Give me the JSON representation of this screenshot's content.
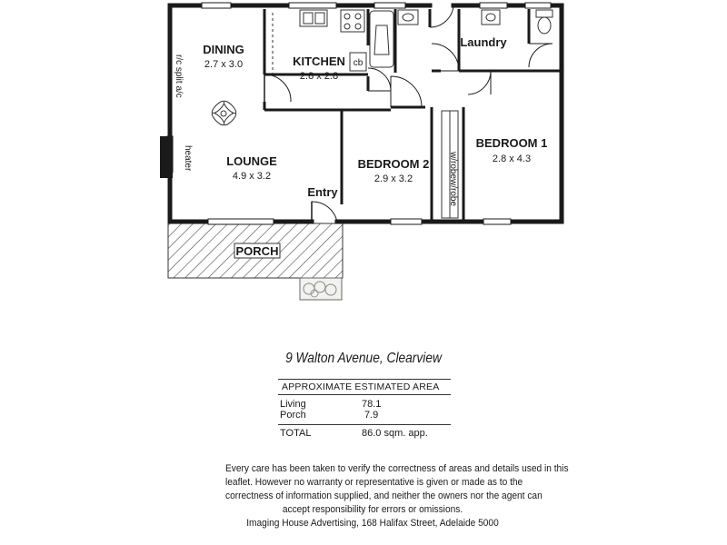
{
  "rooms": {
    "dining": {
      "name": "DINING",
      "size": "2.7 x 3.0"
    },
    "kitchen": {
      "name": "KITCHEN",
      "size": "2.8 x 2.8"
    },
    "laundry": {
      "name": "Laundry"
    },
    "lounge": {
      "name": "LOUNGE",
      "size": "4.9 x 3.2"
    },
    "bedroom2": {
      "name": "BEDROOM 2",
      "size": "2.9 x 3.2"
    },
    "bedroom1": {
      "name": "BEDROOM 1",
      "size": "2.8 x 4.3"
    },
    "entry": {
      "name": "Entry"
    },
    "porch": {
      "name": "PORCH"
    }
  },
  "fixtures": {
    "split_ac": "r/c split a/c",
    "heater": "heater",
    "cupboard": "cb",
    "wardrobe_a": "w/robe",
    "wardrobe_b": "w/robe"
  },
  "address": "9 Walton Avenue, Clearview",
  "area": {
    "heading": "APPROXIMATE ESTIMATED AREA",
    "rows": [
      {
        "label": "Living",
        "value": "78.1"
      },
      {
        "label": "Porch",
        "value": "7.9"
      }
    ],
    "total_label": "TOTAL",
    "total_value": "86.0 sqm. app."
  },
  "disclaimer": [
    "Every care has been taken to verify the correctness of areas and details used in this",
    "leaflet.  However no warranty or representative is given or made as to the",
    "correctness of information supplied, and neither the owners nor the agent can",
    "accept responsibility for errors or omissions.",
    "Imaging House Advertising, 168 Halifax Street, Adelaide 5000"
  ]
}
